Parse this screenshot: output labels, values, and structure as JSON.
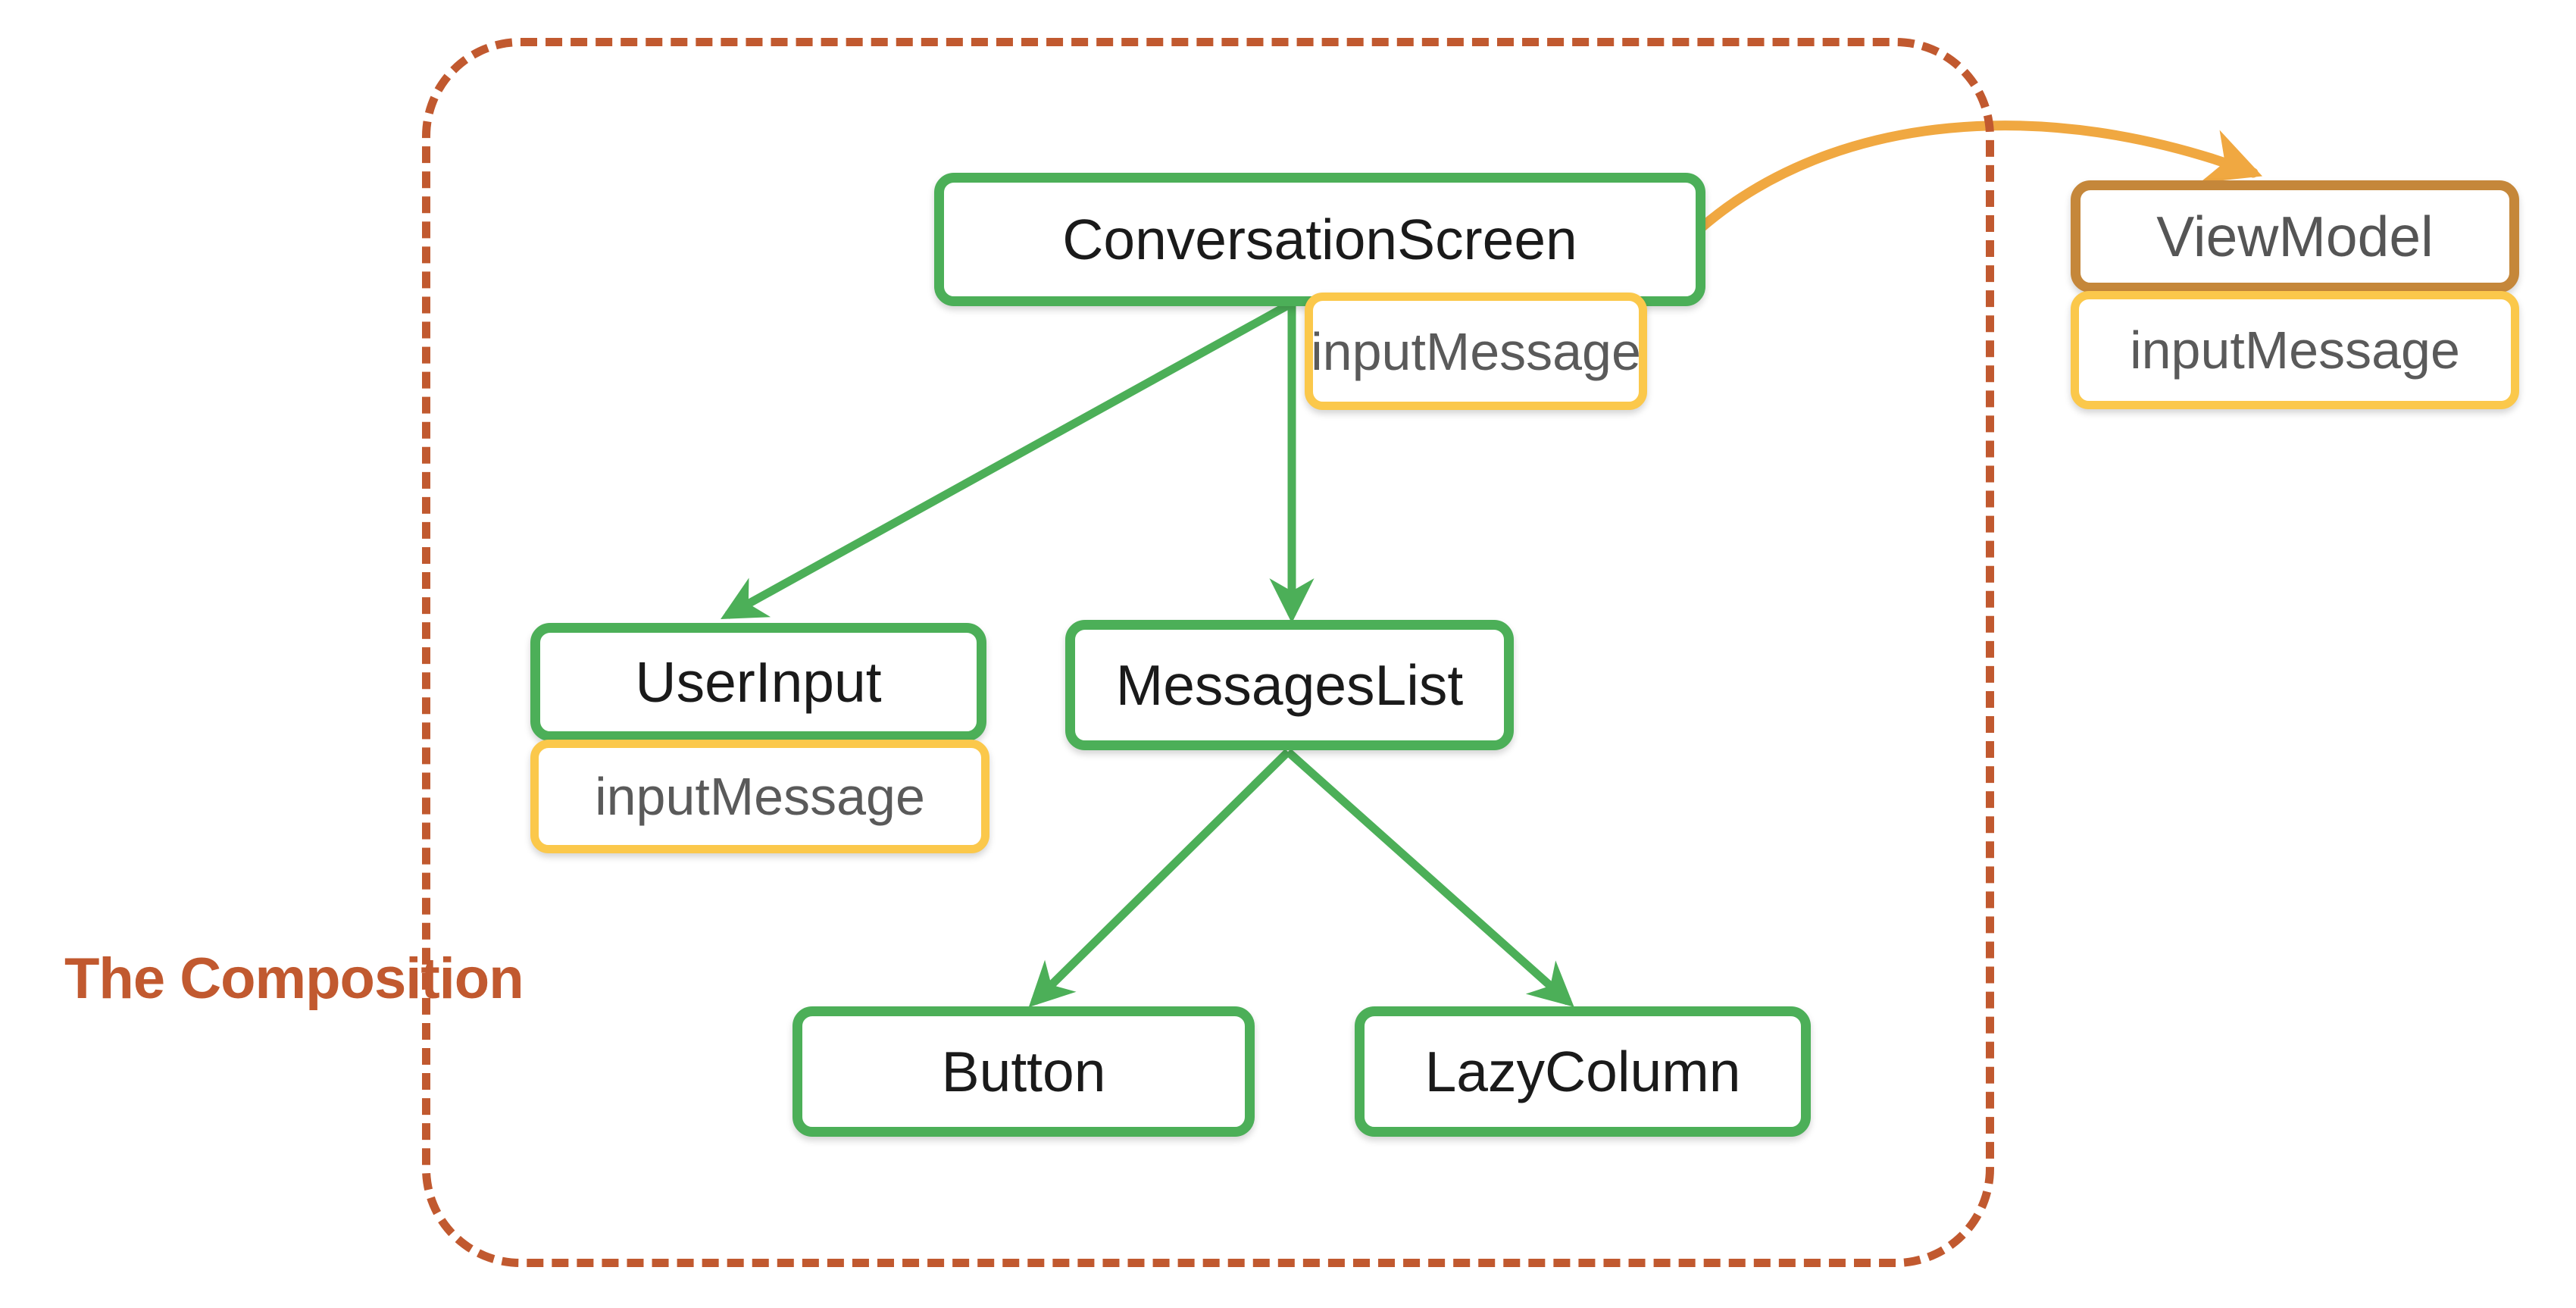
{
  "diagram": {
    "title": "The Composition",
    "boundary_label": "The Composition",
    "colors": {
      "composable_border": "#4caf58",
      "state_chip_border": "#fbc84b",
      "viewmodel_border": "#c5873a",
      "boundary_dashed": "#c1592f",
      "composable_arrow": "#4caf58",
      "state_arrow": "#f0a841",
      "node_fill": "#ffffff",
      "composable_text": "#1a1a1a",
      "state_text": "#5a5a5a"
    },
    "nodes": [
      {
        "id": "conversationscreen",
        "label": "ConversationScreen",
        "kind": "composable"
      },
      {
        "id": "viewmodel",
        "label": "ViewModel",
        "kind": "viewmodel"
      },
      {
        "id": "userinput",
        "label": "UserInput",
        "kind": "composable"
      },
      {
        "id": "messageslist",
        "label": "MessagesList",
        "kind": "composable"
      },
      {
        "id": "button",
        "label": "Button",
        "kind": "composable"
      },
      {
        "id": "lazycolumn",
        "label": "LazyColumn",
        "kind": "composable"
      }
    ],
    "state_chips": [
      {
        "id": "chip-conversation",
        "label": "inputMessage",
        "owner": "conversationscreen"
      },
      {
        "id": "chip-viewmodel",
        "label": "inputMessage",
        "owner": "viewmodel"
      },
      {
        "id": "chip-userinput",
        "label": "inputMessage",
        "owner": "userinput"
      }
    ],
    "edges": [
      {
        "id": "edge-cs-userinput",
        "from": "conversationscreen",
        "to": "userinput",
        "kind": "composition",
        "color": "#4caf58"
      },
      {
        "id": "edge-cs-messageslist",
        "from": "conversationscreen",
        "to": "messageslist",
        "kind": "composition",
        "color": "#4caf58"
      },
      {
        "id": "edge-ml-button",
        "from": "messageslist",
        "to": "button",
        "kind": "composition",
        "color": "#4caf58"
      },
      {
        "id": "edge-ml-lazycolumn",
        "from": "messageslist",
        "to": "lazycolumn",
        "kind": "composition",
        "color": "#4caf58"
      },
      {
        "id": "edge-cs-viewmodel",
        "from": "conversationscreen",
        "to": "viewmodel",
        "kind": "state-hoist",
        "color": "#f0a841"
      }
    ]
  }
}
